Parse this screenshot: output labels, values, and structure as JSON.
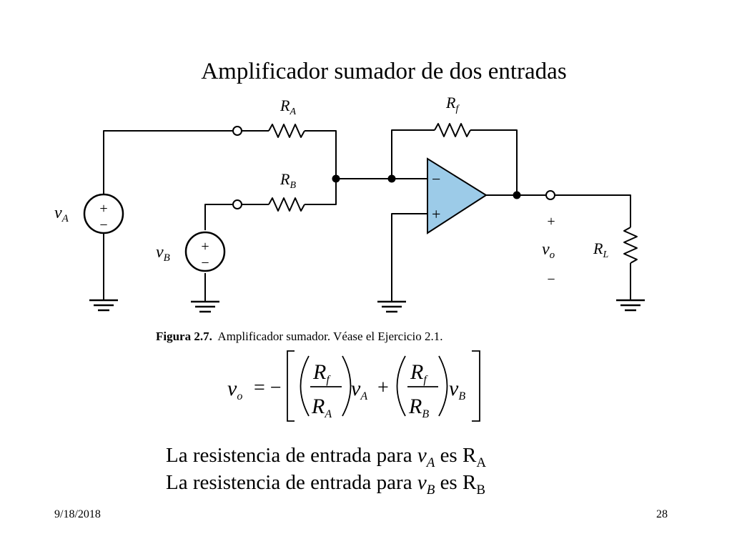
{
  "slide": {
    "title": "Amplificador sumador de dos entradas",
    "date": "9/18/2018",
    "page_number": "28"
  },
  "figure": {
    "caption_bold": "Figura 2.7.",
    "caption_text": "Amplificador sumador. Véase el Ejercicio 2.1.",
    "labels": {
      "RA": {
        "main": "R",
        "sub": "A"
      },
      "RB": {
        "main": "R",
        "sub": "B"
      },
      "Rf": {
        "main": "R",
        "sub": "f"
      },
      "RL": {
        "main": "R",
        "sub": "L"
      },
      "vA": {
        "main": "v",
        "sub": "A"
      },
      "vB": {
        "main": "v",
        "sub": "B"
      },
      "vo": {
        "main": "v",
        "sub": "o"
      },
      "opamp_minus": "−",
      "opamp_plus": "+",
      "source_plus": "+",
      "source_minus": "−",
      "vo_plus": "+",
      "vo_minus": "−"
    }
  },
  "formula": {
    "lhs_main": "v",
    "lhs_sub": "o",
    "equals_neg": "= −",
    "frac1_num_main": "R",
    "frac1_num_sub": "f",
    "frac1_den_main": "R",
    "frac1_den_sub": "A",
    "term1_main": "v",
    "term1_sub": "A",
    "plus": "+",
    "frac2_num_main": "R",
    "frac2_num_sub": "f",
    "frac2_den_main": "R",
    "frac2_den_sub": "B",
    "term2_main": "v",
    "term2_sub": "B"
  },
  "statements": [
    {
      "prefix": "La resistencia de entrada para ",
      "var_main": "v",
      "var_sub": "A",
      "mid": " es R",
      "res_sub": "A"
    },
    {
      "prefix": "La resistencia de entrada para ",
      "var_main": "v",
      "var_sub": "B",
      "mid": " es R",
      "res_sub": "B"
    }
  ],
  "colors": {
    "opamp_fill": "#9ccbe8",
    "wire": "#000000"
  }
}
